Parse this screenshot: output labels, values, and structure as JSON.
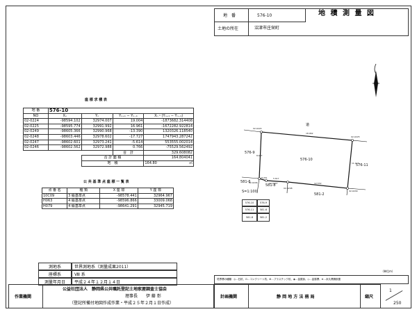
{
  "header": {
    "chiban_label": "地　番",
    "chiban_value": "576-10",
    "title": "地 積 測 量 図",
    "location_label": "土地の所在",
    "location_value": "沼津市庄栄町"
  },
  "area_table": {
    "title": "座 標 求 積 表",
    "chiban_label": "地 番",
    "chiban_value": "576-10",
    "columns": [
      "NO",
      "Xₙ",
      "Yₙ",
      "Yₙ₊₁ − Yₙ₋₁",
      "Xₙ・(Yₙ₊₁ − Yₙ₋₁)"
    ],
    "rows": [
      [
        "02-0224",
        "-98594.102",
        "32974.007",
        "19.004",
        "-1873682.314408"
      ],
      [
        "02-0225",
        "-98595.774",
        "32991.992",
        "16.961",
        "-1672282.922814"
      ],
      [
        "02-0249",
        "-98605.366",
        "32990.968",
        "-13.390",
        "1320326.118540"
      ],
      [
        "02-0248",
        "-98603.446",
        "32978.602",
        "-17.727",
        "1747943.287242"
      ],
      [
        "02-0247",
        "-98602.601",
        "32973.241",
        "-5.614",
        "553555.002014"
      ],
      [
        "02-0246",
        "-98602.562",
        "32972.988",
        "0.766",
        "-75529.562492"
      ]
    ],
    "sum_label": "合　計",
    "sum_value": "329.608082",
    "half_label": "合 計 面 積",
    "half_value": "164.804041",
    "area_label": "地　積",
    "area_value": "164.80",
    "area_unit": "㎡"
  },
  "control_table": {
    "title": "公 共 基 準 点 座 標 一 覧 表",
    "columns": [
      "点 番 名",
      "種 類",
      "X 座 標",
      "Y 座 標"
    ],
    "rows": [
      [
        "10C09",
        "3 級基準点",
        "-98578.441",
        "32964.967"
      ],
      [
        "H063",
        "4 級基準点",
        "-98596.866",
        "33009.068"
      ],
      [
        "H079",
        "4 級基準点",
        "-98641.291",
        "32945.719"
      ]
    ]
  },
  "survey_info": {
    "rows": [
      {
        "label": "測地系",
        "value": "世界測地系（測量成果2011）"
      },
      {
        "label": "座標系",
        "value": "Ⅷ 系"
      },
      {
        "label": "測量年月日",
        "value": "平成２４年１２月１４日"
      }
    ]
  },
  "plan": {
    "north_symbol": "N",
    "scale_label": "S=1:100",
    "road_label": "道",
    "parcel_main": "576-10",
    "parcel_west": "576-9",
    "parcel_east": "576-11",
    "parcel_sw": "581-6",
    "parcel_south_a": "581-8",
    "parcel_south_b": "581-2",
    "pt_0224": "02-0224",
    "pt_0225": "02-0225",
    "pt_0249": "02-0249",
    "pt_0248": "02-0248",
    "pt_0247": "02-0247",
    "pt_0246": "02-0246",
    "len_top": "18.062",
    "len_east": "11.143",
    "len_south": "12.532",
    "len_w1": "5.617",
    "len_w2": "8.251",
    "len_west": "8.637"
  },
  "inset": {
    "cells": [
      "576-10",
      "576-9",
      "576-11",
      "581-6",
      "581-8",
      "581-2"
    ]
  },
  "legend": {
    "label": "境界標の種類",
    "items": "◎…石杭、⊡…コンクリート杭、⊞…プラスチック杭、◉…金属鋲、◇…金属標、⊕…永久標識設置",
    "unit_note": "（単位m）"
  },
  "footer": {
    "org_label": "作業機関",
    "org_name": "公益社団法人　静岡県公共嘱託登記土地家屋調査士協会",
    "rep1": "理事長　　伊 藤 彰",
    "rep2": "（登記所備付地図作成作業・平成２５年２月１日作成）",
    "plan_label": "計画機関",
    "plan_org": "静 岡 地 方 法 務 局",
    "scale_label": "縮尺",
    "scale_num": "1",
    "scale_den": "250"
  }
}
